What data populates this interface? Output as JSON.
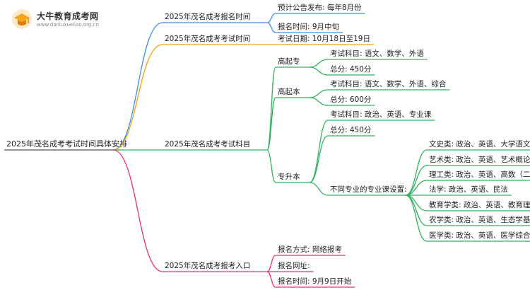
{
  "brand": {
    "name": "大牛教育成考网",
    "url": "www.daniuxueliao.org.cn",
    "icon": "graduation-cap-icon",
    "colors": {
      "primary": "#f7a21b",
      "dark": "#e07b0a"
    }
  },
  "mindmap": {
    "root": "2025年茂名成考考试时间具体安排",
    "branch_colors": {
      "registration": "#3a8ee6",
      "exam_date": "#f0a30a",
      "subjects": "#2fb35d",
      "entry": "#e6336e"
    },
    "branches": {
      "registration": {
        "title": "2025年茂名成考报名时间",
        "items": [
          "预计公告发布: 每年8月份",
          "报名时间: 9月中旬"
        ]
      },
      "exam_date": {
        "title": "2025年茂名成考考试时间",
        "items": [
          "考试日期: 10月18日至19日"
        ]
      },
      "subjects": {
        "title": "2025年茂名成考考试科目",
        "gaoqizhuan": {
          "label": "高起专",
          "items": [
            "考试科目: 语文、数学、外语",
            "总分: 450分"
          ]
        },
        "gaoqiben": {
          "label": "高起本",
          "items": [
            "考试科目: 语文、数学、外语、综合",
            "总分: 600分"
          ]
        },
        "zhuanshengben": {
          "label": "专升本",
          "items": [
            "考试科目: 政治、英语、专业课",
            "总分: 450分"
          ],
          "major_label": "不同专业的专业课设置:",
          "majors": [
            "文史类: 政治、英语、大学语文",
            "艺术类: 政治、英语、艺术概论",
            "理工类: 政治、英语、高数（二）",
            "法学: 政治、英语、民法",
            "教育学类: 政治、英语、教育理论",
            "农学类: 政治、英语、生态学基础",
            "医学类: 政治、英语、医学综合"
          ]
        }
      },
      "entry": {
        "title": "2025年茂名成考报考入口",
        "items": [
          "报名方式: 网络报考",
          "报名网址:",
          "报名时间: 9月9日开始"
        ]
      }
    }
  }
}
